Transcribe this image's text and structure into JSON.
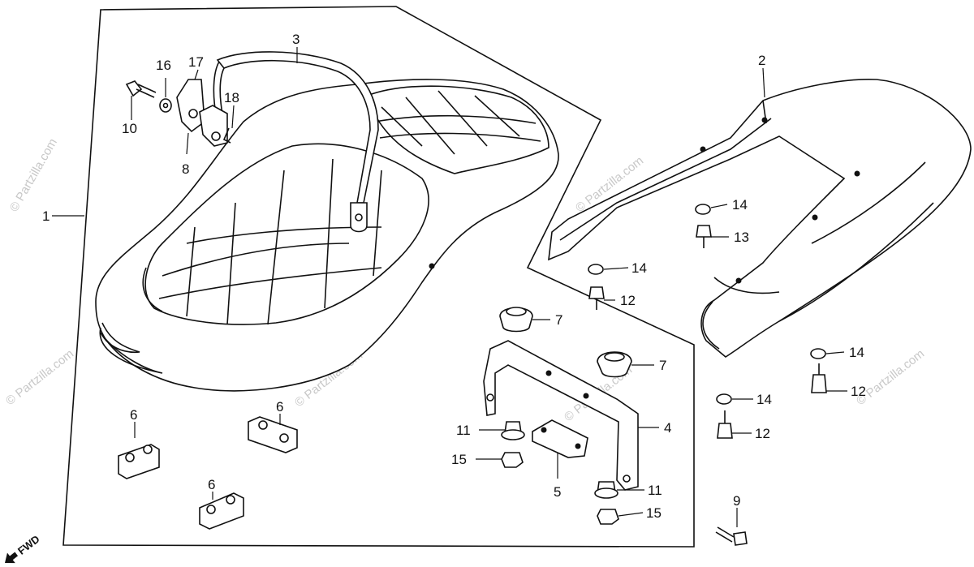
{
  "watermark": {
    "text": "© Partzilla.com",
    "color": "#c8c8c8"
  },
  "fwd_label": "FWD",
  "callouts": [
    {
      "id": "1",
      "part": "seat"
    },
    {
      "id": "2",
      "part": "rear-cowl"
    },
    {
      "id": "3",
      "part": "seat-strap"
    },
    {
      "id": "4",
      "part": "bracket"
    },
    {
      "id": "5",
      "part": "bracket-cushion"
    },
    {
      "id": "6",
      "part": "seat-cushion-rubber"
    },
    {
      "id": "6",
      "part": "seat-cushion-rubber"
    },
    {
      "id": "6",
      "part": "seat-cushion-rubber"
    },
    {
      "id": "7",
      "part": "grommet"
    },
    {
      "id": "7",
      "part": "grommet"
    },
    {
      "id": "8",
      "part": "hinge-plate"
    },
    {
      "id": "9",
      "part": "bolt"
    },
    {
      "id": "10",
      "part": "bolt"
    },
    {
      "id": "11",
      "part": "collar"
    },
    {
      "id": "11",
      "part": "collar"
    },
    {
      "id": "12",
      "part": "screw"
    },
    {
      "id": "12",
      "part": "screw"
    },
    {
      "id": "12",
      "part": "screw"
    },
    {
      "id": "13",
      "part": "screw"
    },
    {
      "id": "14",
      "part": "washer"
    },
    {
      "id": "14",
      "part": "washer"
    },
    {
      "id": "14",
      "part": "washer"
    },
    {
      "id": "14",
      "part": "washer"
    },
    {
      "id": "15",
      "part": "nut"
    },
    {
      "id": "15",
      "part": "nut"
    },
    {
      "id": "16",
      "part": "washer"
    },
    {
      "id": "17",
      "part": "hinge-plate"
    },
    {
      "id": "18",
      "part": "pin"
    }
  ]
}
